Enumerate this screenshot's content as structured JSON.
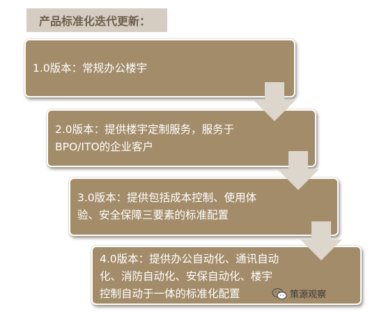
{
  "title": "产品标准化迭代更新：",
  "steps": [
    {
      "text": "1.0版本：常规办公楼宇"
    },
    {
      "text": "2.0版本：提供楼宇定制服务，服务于\nBPO/ITO的企业客户"
    },
    {
      "text": "3.0版本：提供包括成本控制、使用体\n验、安全保障三要素的标准配置"
    },
    {
      "text": "4.0版本：提供办公自动化、通讯自动\n化、消防自动化、安保自动化、楼宇\n控制自动于一体的标准化配置"
    }
  ],
  "watermark": {
    "text": "策源观察",
    "icon": "wechat-icon"
  },
  "colors": {
    "box": "#a38c69",
    "title_bg": "#d5cdc2",
    "title_text": "#6e5f4d",
    "arrow": "#ddd6cc"
  }
}
